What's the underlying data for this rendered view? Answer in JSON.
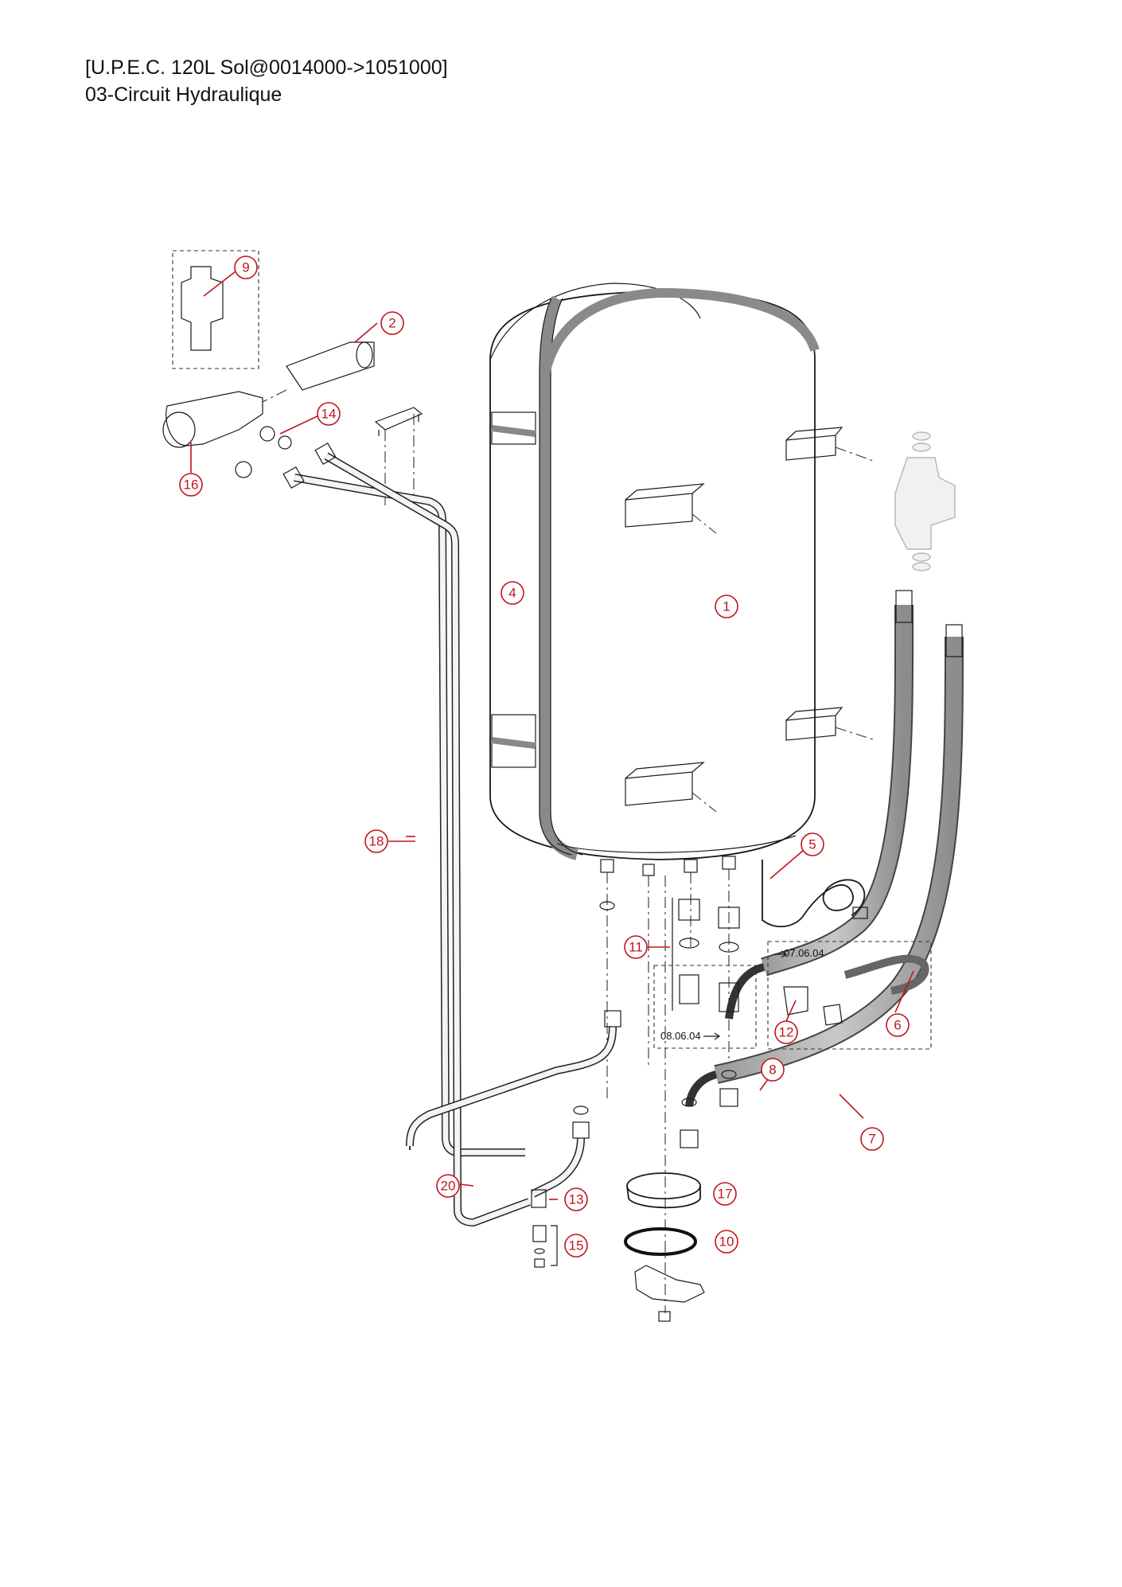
{
  "header": {
    "line1": "[U.P.E.C. 120L Sol@0014000->1051000]",
    "line2": "03-Circuit Hydraulique"
  },
  "colors": {
    "callout": "#c0141b",
    "ink": "#1a1a1a",
    "tank_fill": "#f2f2f2"
  },
  "callouts": [
    "1",
    "2",
    "4",
    "5",
    "6",
    "7",
    "8",
    "9",
    "10",
    "11",
    "12",
    "13",
    "14",
    "15",
    "16",
    "17",
    "18",
    "20"
  ],
  "dates": {
    "group_top": "07.06.04",
    "group_bottom": "08.06.04"
  }
}
